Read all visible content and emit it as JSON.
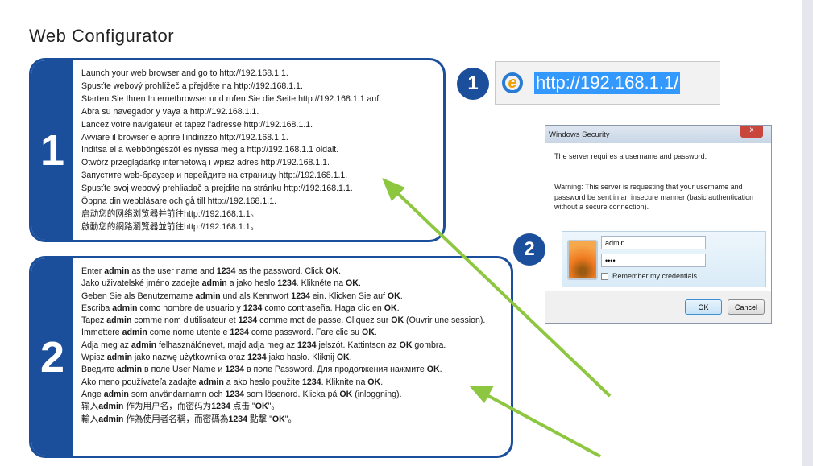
{
  "title": "Web Configurator",
  "step1": {
    "number": "1",
    "lines": [
      [
        {
          "t": "Launch your web browser and go to http://192.168.1.1."
        }
      ],
      [
        {
          "t": "Spusťte webový prohlížeč a přejděte na http://192.168.1.1."
        }
      ],
      [
        {
          "t": "Starten Sie Ihren Internetbrowser und rufen Sie die Seite http://192.168.1.1 auf."
        }
      ],
      [
        {
          "t": "Abra su navegador y vaya a http://192.168.1.1."
        }
      ],
      [
        {
          "t": "Lancez votre navigateur et tapez l'adresse http://192.168.1.1."
        }
      ],
      [
        {
          "t": "Avviare il browser e aprire l'indirizzo http://192.168.1.1."
        }
      ],
      [
        {
          "t": "Indítsa el a webböngészőt és nyissa meg a http://192.168.1.1 oldalt."
        }
      ],
      [
        {
          "t": "Otwórz przeglądarkę internetową i wpisz adres http://192.168.1.1."
        }
      ],
      [
        {
          "t": "Запустите web-браузер и перейдите на страницу http://192.168.1.1."
        }
      ],
      [
        {
          "t": "Spusťte svoj webový prehliadač a prejdite na stránku http://192.168.1.1."
        }
      ],
      [
        {
          "t": "Öppna din webbläsare och gå till http://192.168.1.1."
        }
      ],
      [
        {
          "t": "启动您的网络浏览器并前往http://192.168.1.1。"
        }
      ],
      [
        {
          "t": "啟動您的網路瀏覽器並前往http://192.168.1.1。"
        }
      ]
    ]
  },
  "step2": {
    "number": "2",
    "lines": [
      [
        {
          "t": "Enter "
        },
        {
          "t": "admin",
          "b": true
        },
        {
          "t": " as the user name and "
        },
        {
          "t": "1234",
          "b": true
        },
        {
          "t": " as the password. Click "
        },
        {
          "t": "OK",
          "b": true
        },
        {
          "t": "."
        }
      ],
      [
        {
          "t": "Jako uživatelské jméno zadejte "
        },
        {
          "t": "admin",
          "b": true
        },
        {
          "t": " a jako heslo "
        },
        {
          "t": "1234",
          "b": true
        },
        {
          "t": ". Klikněte na "
        },
        {
          "t": "OK",
          "b": true
        },
        {
          "t": "."
        }
      ],
      [
        {
          "t": "Geben Sie als Benutzername "
        },
        {
          "t": "admin",
          "b": true
        },
        {
          "t": " und als Kennwort "
        },
        {
          "t": "1234",
          "b": true
        },
        {
          "t": " ein. Klicken Sie auf "
        },
        {
          "t": "OK",
          "b": true
        },
        {
          "t": "."
        }
      ],
      [
        {
          "t": "Escriba "
        },
        {
          "t": "admin",
          "b": true
        },
        {
          "t": " como nombre de usuario y "
        },
        {
          "t": "1234",
          "b": true
        },
        {
          "t": " como contraseña. Haga clic en "
        },
        {
          "t": "OK",
          "b": true
        },
        {
          "t": "."
        }
      ],
      [
        {
          "t": "Tapez "
        },
        {
          "t": "admin",
          "b": true
        },
        {
          "t": " comme nom d'utilisateur et "
        },
        {
          "t": "1234",
          "b": true
        },
        {
          "t": " comme mot de passe. Cliquez sur "
        },
        {
          "t": "OK",
          "b": true
        },
        {
          "t": " (Ouvrir une session)."
        }
      ],
      [
        {
          "t": "Immettere "
        },
        {
          "t": "admin",
          "b": true
        },
        {
          "t": " come nome utente e "
        },
        {
          "t": "1234",
          "b": true
        },
        {
          "t": " come password. Fare clic su "
        },
        {
          "t": "OK",
          "b": true
        },
        {
          "t": "."
        }
      ],
      [
        {
          "t": "Adja meg az "
        },
        {
          "t": "admin",
          "b": true
        },
        {
          "t": " felhasználónevet, majd adja meg az "
        },
        {
          "t": "1234",
          "b": true
        },
        {
          "t": " jelszót. Kattintson az "
        },
        {
          "t": "OK",
          "b": true
        },
        {
          "t": " gombra."
        }
      ],
      [
        {
          "t": "Wpisz "
        },
        {
          "t": "admin",
          "b": true
        },
        {
          "t": " jako nazwę użytkownika oraz "
        },
        {
          "t": "1234",
          "b": true
        },
        {
          "t": " jako hasło. Kliknij "
        },
        {
          "t": "OK",
          "b": true
        },
        {
          "t": "."
        }
      ],
      [
        {
          "t": "Введите "
        },
        {
          "t": "admin",
          "b": true
        },
        {
          "t": " в поле User Name и "
        },
        {
          "t": "1234",
          "b": true
        },
        {
          "t": " в поле Password. Для продолжения нажмите "
        },
        {
          "t": "OK",
          "b": true
        },
        {
          "t": "."
        }
      ],
      [
        {
          "t": "Ako meno používateľa zadajte "
        },
        {
          "t": "admin",
          "b": true
        },
        {
          "t": " a ako heslo použite "
        },
        {
          "t": "1234",
          "b": true
        },
        {
          "t": ". Kliknite na "
        },
        {
          "t": "OK",
          "b": true
        },
        {
          "t": "."
        }
      ],
      [
        {
          "t": "Ange "
        },
        {
          "t": "admin",
          "b": true
        },
        {
          "t": " som användarnamn och "
        },
        {
          "t": "1234",
          "b": true
        },
        {
          "t": " som lösenord. Klicka på "
        },
        {
          "t": "OK",
          "b": true
        },
        {
          "t": " (inloggning)."
        }
      ],
      [
        {
          "t": "输入"
        },
        {
          "t": "admin",
          "b": true
        },
        {
          "t": " 作为用户名，而密码为"
        },
        {
          "t": "1234",
          "b": true
        },
        {
          "t": " 点击 \""
        },
        {
          "t": "OK",
          "b": true
        },
        {
          "t": "\"。"
        }
      ],
      [
        {
          "t": "輸入"
        },
        {
          "t": "admin",
          "b": true
        },
        {
          "t": " 作為使用者名稱，而密碼為"
        },
        {
          "t": "1234",
          "b": true
        },
        {
          "t": " 點擊 \""
        },
        {
          "t": "OK",
          "b": true
        },
        {
          "t": "\"。"
        }
      ]
    ]
  },
  "illustration1": {
    "number": "1",
    "url": "http://192.168.1.1/",
    "browser_icon": "ie-icon"
  },
  "illustration2": {
    "number": "2",
    "dialog": {
      "title": "Windows Security",
      "close": "x",
      "message": "The server requires a username and password.",
      "warning": "Warning: This server is requesting that your username and password be sent in an insecure manner (basic authentication without a secure connection).",
      "username": "admin",
      "password": "••••",
      "remember": "Remember my credentials",
      "ok": "OK",
      "cancel": "Cancel"
    }
  },
  "colors": {
    "brand": "#1b4f9c",
    "arrow": "#8dc63f"
  }
}
